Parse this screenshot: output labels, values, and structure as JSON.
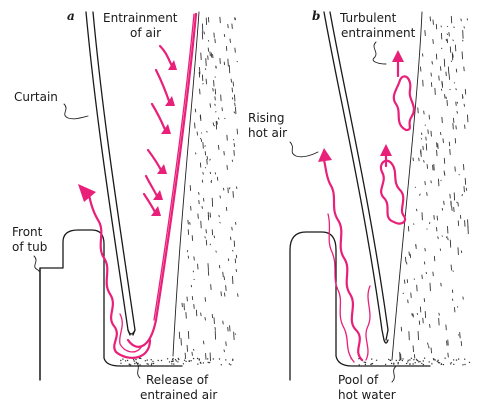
{
  "panel_a": {
    "letter": "a",
    "labels": {
      "entrainment_line1": "Entrainment",
      "entrainment_line2": "of air",
      "curtain": "Curtain",
      "front_line1": "Front",
      "front_line2": "of tub",
      "release_line1": "Release of",
      "release_line2": "entrained air"
    }
  },
  "panel_b": {
    "letter": "b",
    "labels": {
      "turbulent_line1": "Turbulent",
      "turbulent_line2": "entrainment",
      "rising_line1": "Rising",
      "rising_line2": "hot air",
      "pool_line1": "Pool of",
      "pool_line2": "hot water"
    }
  },
  "colors": {
    "ink": "#1a1a1a",
    "airflow": "#e8207a",
    "background": "#ffffff"
  }
}
